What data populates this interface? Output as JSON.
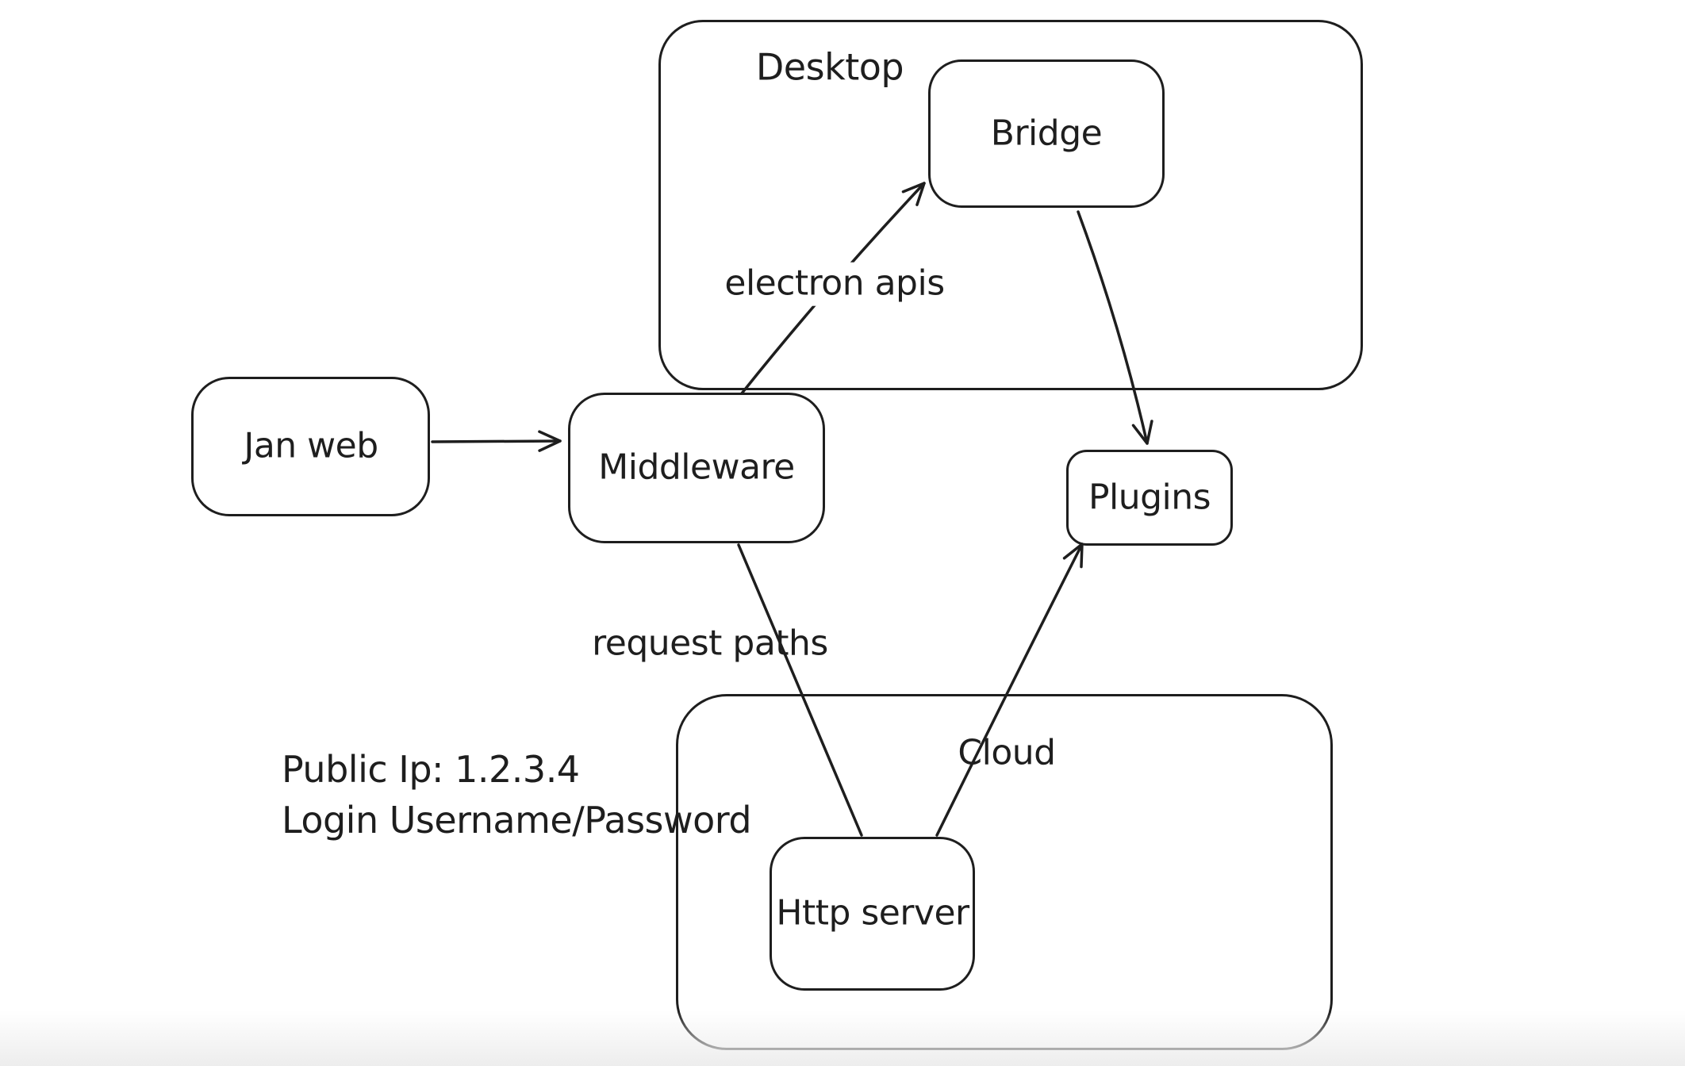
{
  "app": {
    "background": "#ffffff",
    "stroke_color": "#1e1e1e"
  },
  "diagram": {
    "containers": [
      {
        "id": "desktop",
        "label": "Desktop"
      },
      {
        "id": "cloud",
        "label": "Cloud"
      }
    ],
    "nodes": [
      {
        "id": "jan-web",
        "label": "Jan web"
      },
      {
        "id": "middleware",
        "label": "Middleware"
      },
      {
        "id": "bridge",
        "label": "Bridge"
      },
      {
        "id": "plugins",
        "label": "Plugins"
      },
      {
        "id": "http-server",
        "label": "Http server"
      }
    ],
    "edges": [
      {
        "id": "janweb-to-middleware",
        "from": "Jan web",
        "to": "Middleware",
        "label": "",
        "arrowhead": true
      },
      {
        "id": "middleware-to-bridge",
        "from": "Middleware",
        "to": "Bridge",
        "label": "electron apis",
        "arrowhead": true
      },
      {
        "id": "bridge-to-plugins",
        "from": "Bridge",
        "to": "Plugins",
        "label": "",
        "arrowhead": true
      },
      {
        "id": "middleware-to-httpserver",
        "from": "Middleware",
        "to": "Http server",
        "label": "request paths",
        "arrowhead": false
      },
      {
        "id": "httpserver-to-plugins",
        "from": "Http server",
        "to": "Plugins",
        "label": "",
        "arrowhead": true
      }
    ],
    "annotations": [
      {
        "text": "Public Ip: 1.2.3.4"
      },
      {
        "text": "Login Username/Password"
      }
    ]
  }
}
